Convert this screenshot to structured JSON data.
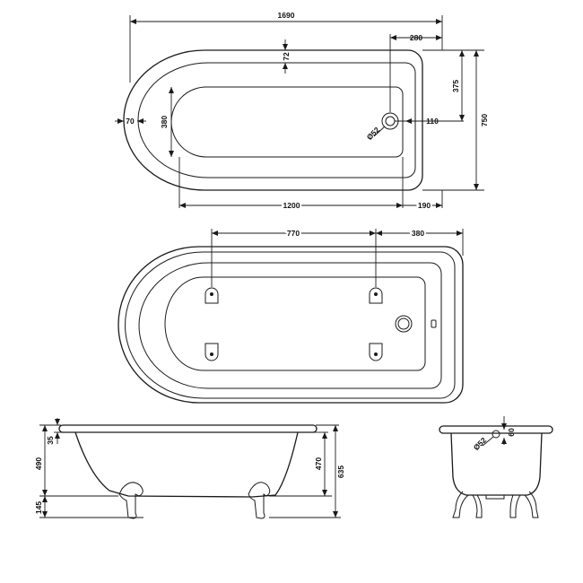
{
  "plan_view": {
    "overall_length": "1690",
    "overall_width": "750",
    "rim_top": "72",
    "waste_from_end": "280",
    "half_width": "375",
    "inner_width": "380",
    "end_rim_left": "70",
    "end_rim_right": "110",
    "waste_diameter": "Ø52",
    "inner_length": "1200",
    "right_offset": "190"
  },
  "base_view": {
    "feet_spacing": "770",
    "feet_to_end": "380"
  },
  "side_view": {
    "rim_depth": "35",
    "internal_depth": "490",
    "feet_height": "145",
    "depth_to_floor_rim": "470",
    "overall_height": "635"
  },
  "end_view": {
    "waste_diameter": "Ø52",
    "overflow_offset": "60"
  }
}
